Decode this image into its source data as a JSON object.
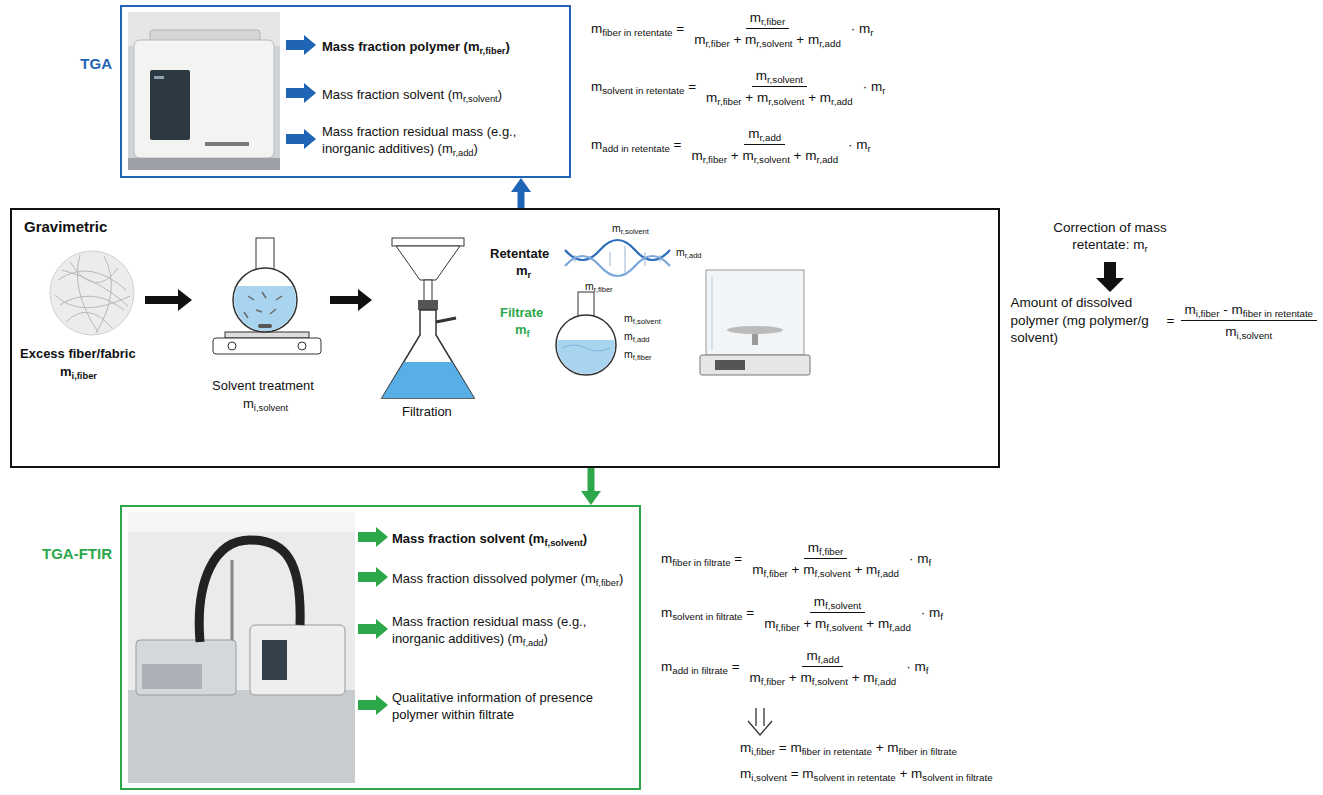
{
  "diagram": {
    "nodes": [
      {
        "text": [
          "TGA",
          "Mass fraction polymer (mr,fiber)",
          "Mass fraction solvent (mr,solvent)",
          "Mass fraction residual mass (e.g., inorganic additives) (mr,add)"
        ]
      },
      {
        "text": [
          "Gravimetric"
        ]
      },
      {
        "text": [
          "TGA-FTIR",
          "Mass fraction solvent (mf,solvent)",
          "Mass fraction dissolved polymer (mf,fiber)",
          "Mass fraction residual mass (e.g., inorganic additives) (mf,add)",
          "Qualitative information of presence polymer within filtrate"
        ]
      }
    ],
    "edges": [
      {
        "from": 1,
        "to": 0,
        "arrow": "to"
      },
      {
        "from": 1,
        "to": 2,
        "arrow": "to"
      }
    ],
    "labels": [
      "Excess fiber/fabric",
      "mi,fiber",
      "Solvent treatment",
      "mi,solvent",
      "Filtration",
      "Retentate",
      "mr",
      "mr,solvent",
      "mr,add",
      "mr,fiber",
      "Filtrate",
      "mf",
      "mf,solvent",
      "mf,add",
      "mf,fiber",
      "mfiber in retentate =",
      "mr,fiber",
      "mr,fiber + mr,solvent + mr,add",
      "· mr",
      "msolvent in retentate =",
      "mr,solvent",
      "mr,fiber + mr,solvent + mr,add",
      "· mr",
      "madd in retentate =",
      "mr,add",
      "mr,fiber + mr,solvent + mr,add",
      "· mr",
      "Correction of mass retentate: mr",
      "Amount of dissolved polymer (mg polymer/g solvent)",
      "=",
      "mi,fiber - mfiber in retentate",
      "mi,solvent",
      "mfiber in filtrate =",
      "mf,fiber",
      "mf,fiber + mf,solvent + mf,add",
      "· mf",
      "msolvent in filtrate =",
      "mf,solvent",
      "mf,fiber + mf,solvent + mf,add",
      "· mf",
      "madd in filtrate =",
      "mf,add",
      "mf,fiber + mf,solvent + mf,add",
      "· mf",
      "mi,fiber = mfiber in retentate + mfiber in filtrate",
      "mi,solvent = msolvent in retentate + msolvent in filtrate"
    ]
  }
}
